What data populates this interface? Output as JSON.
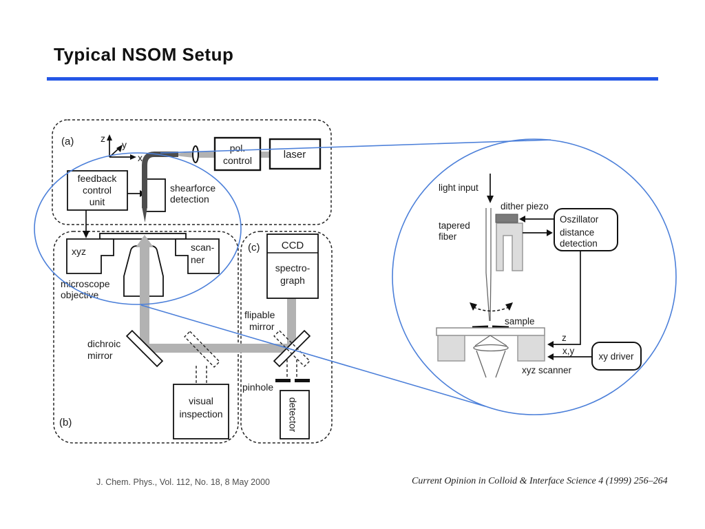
{
  "title": "Typical NSOM Setup",
  "colors": {
    "accent_rule": "#2457e6",
    "callout_blue": "#4b7fd9",
    "beam_gray": "#b2b2b2"
  },
  "diagram": {
    "a": {
      "label": "(a)",
      "axis_z": "z",
      "axis_y": "y",
      "axis_x": "x",
      "feedback": [
        "feedback",
        "control",
        "unit"
      ],
      "shearforce": [
        "shearforce",
        "detection"
      ],
      "pol": [
        "pol.",
        "control"
      ],
      "laser": "laser"
    },
    "b": {
      "label": "(b)",
      "xyz": "xyz",
      "scanner": [
        "scan-",
        "ner"
      ],
      "objective": [
        "microscope",
        "objective"
      ],
      "dichroic": [
        "dichroic",
        "mirror"
      ],
      "visual": [
        "visual",
        "inspection"
      ]
    },
    "c": {
      "label": "(c)",
      "ccd": "CCD",
      "spectrograph": [
        "spectro-",
        "graph"
      ],
      "flipable": [
        "flipable",
        "mirror"
      ],
      "pinhole": "pinhole",
      "detector": "detector"
    }
  },
  "zoom": {
    "light_input": "light input",
    "dither_piezo": "dither piezo",
    "tapered_fiber": [
      "tapered",
      "fiber"
    ],
    "oszillator": [
      "Oszillator",
      "distance",
      "detection"
    ],
    "sample": "sample",
    "z": "z",
    "xy": "x,y",
    "xy_driver": "xy driver",
    "xyz_scanner": "xyz scanner"
  },
  "footer": {
    "left": "J. Chem. Phys., Vol. 112, No. 18, 8 May 2000",
    "right": "Current Opinion in Colloid & Interface Science 4 (1999) 256–264"
  }
}
